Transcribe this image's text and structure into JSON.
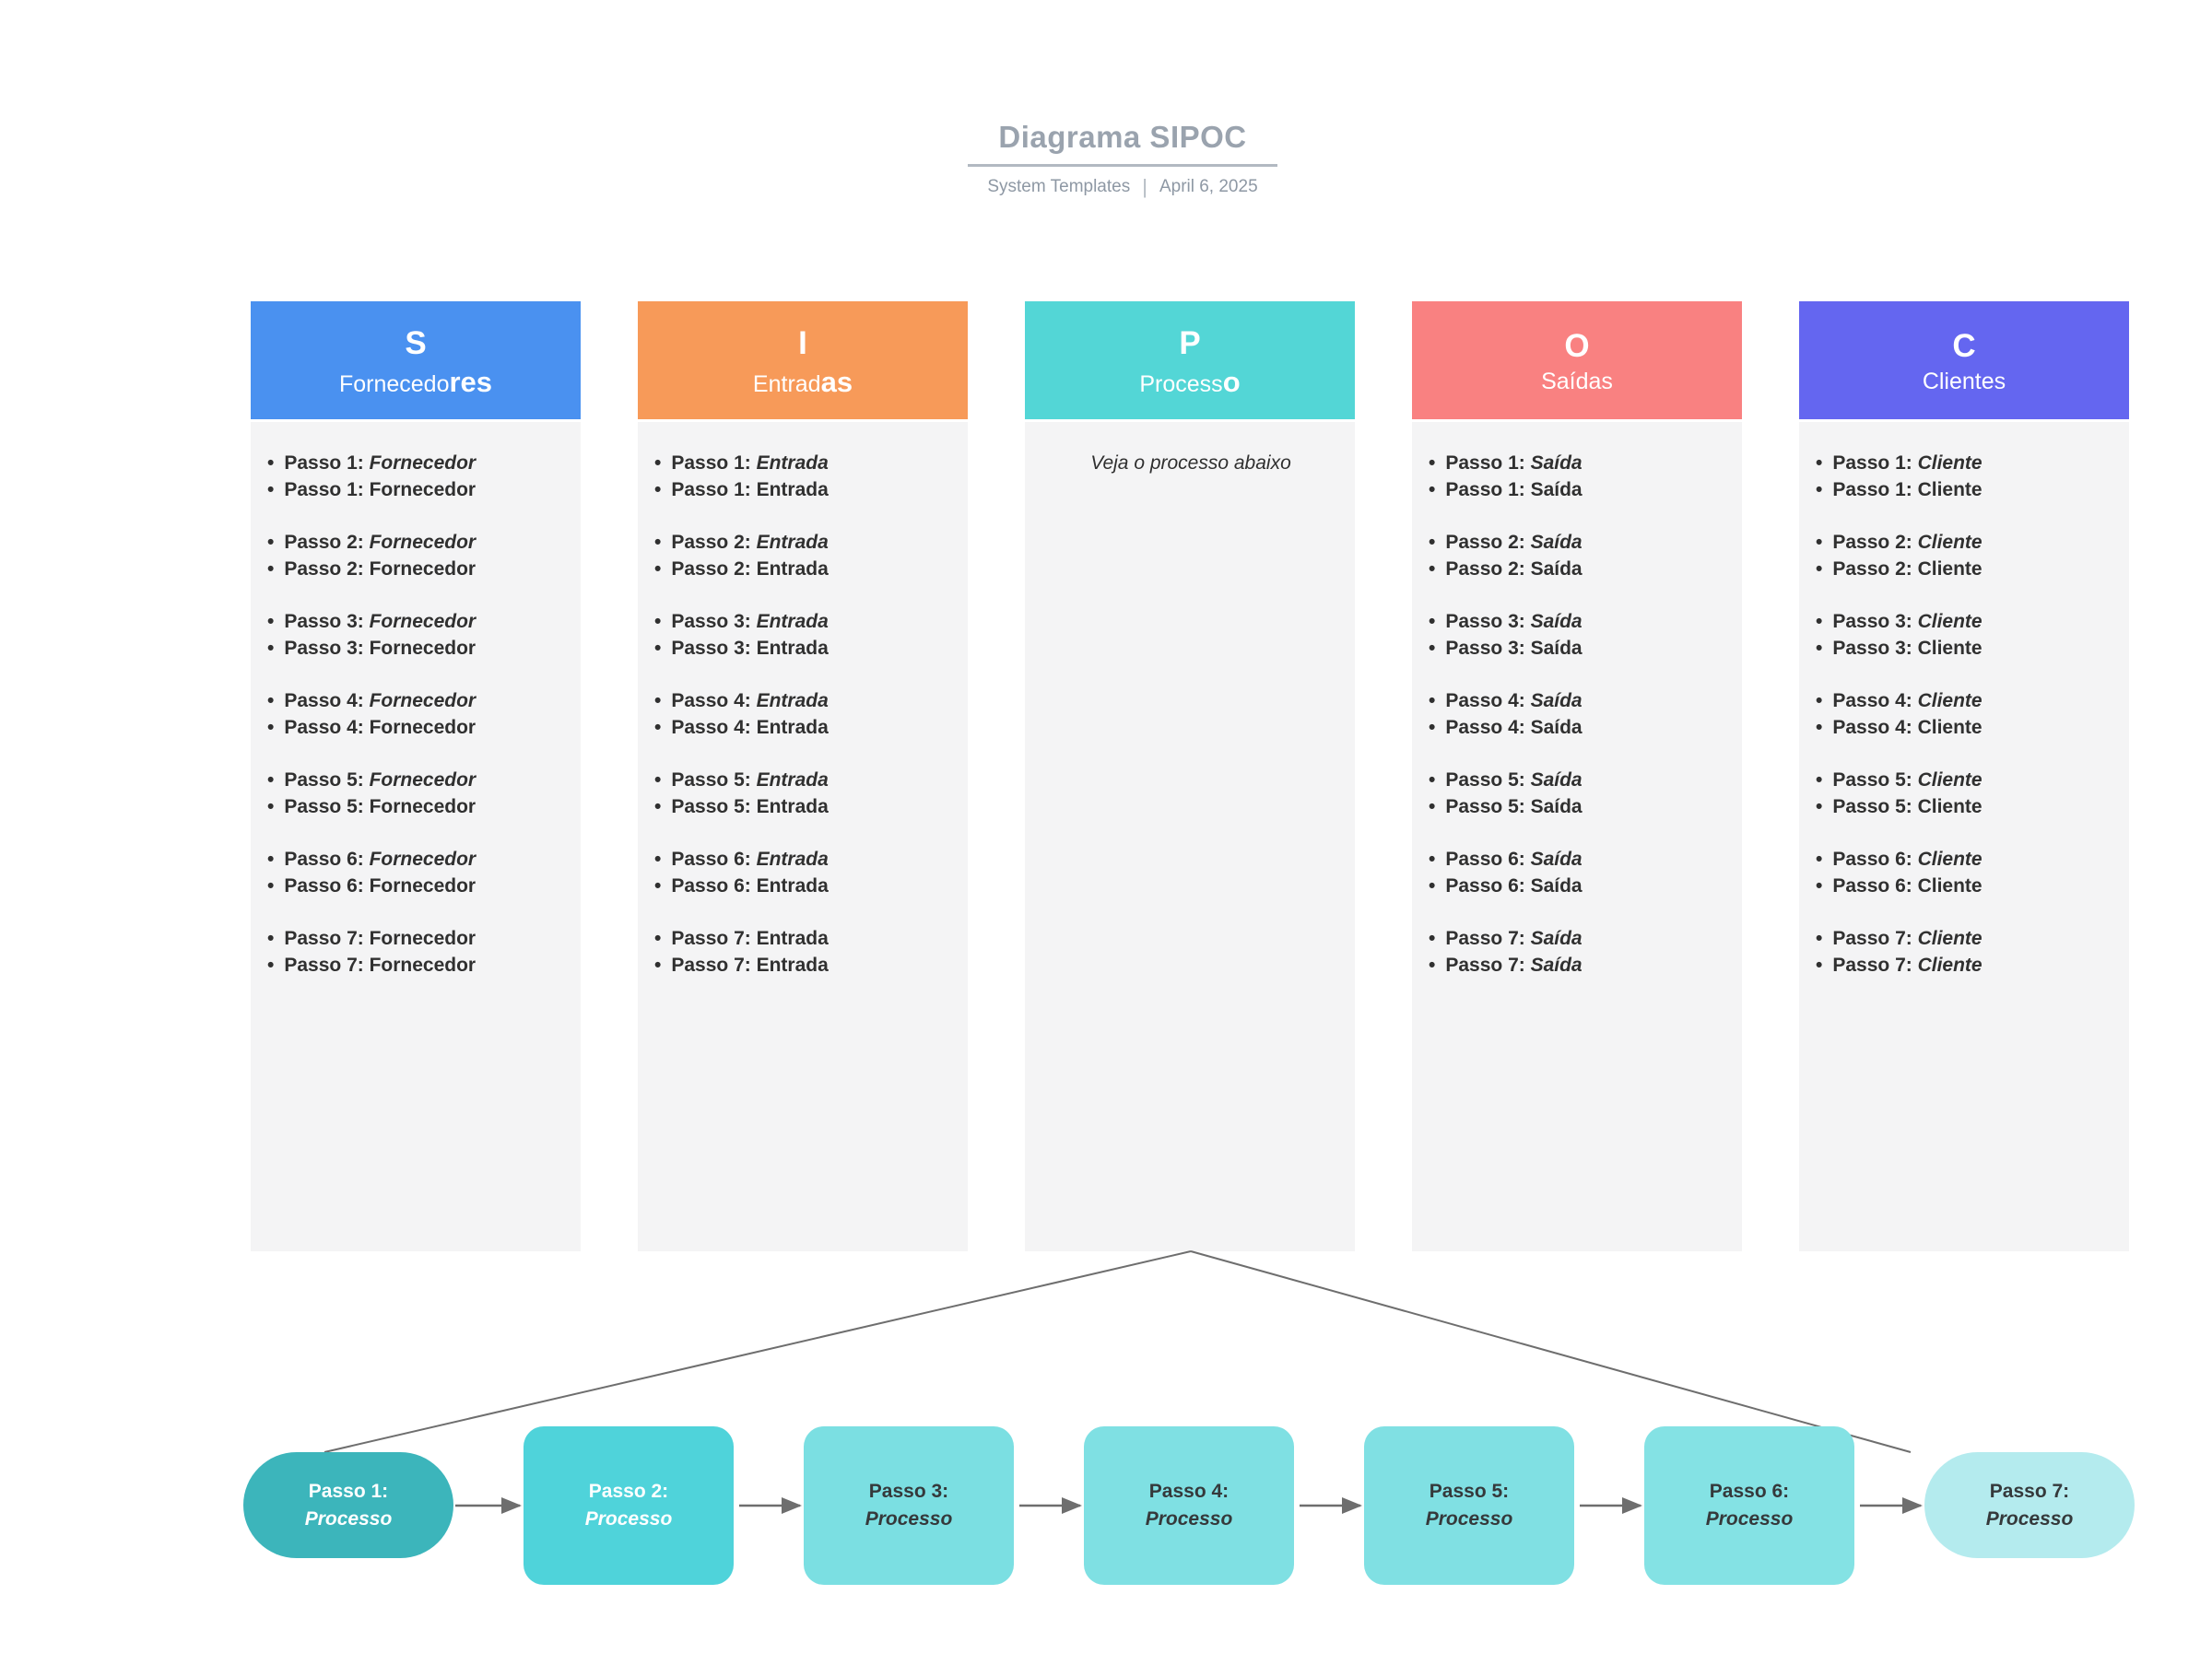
{
  "header": {
    "title": "Diagrama SIPOC",
    "author": "System Templates",
    "separator": "|",
    "date": "April 6, 2025"
  },
  "columns": [
    {
      "key": "suppliers",
      "letter": "S",
      "name_prefix": "Fornecedo",
      "name_suffix": "res",
      "header_color": "#4a91f0",
      "note": "",
      "pairs": [
        {
          "label": "Passo 1:",
          "first": "Fornecedor",
          "first_italic": true,
          "second": "Fornecedor",
          "second_italic": false
        },
        {
          "label": "Passo 2:",
          "first": "Fornecedor",
          "first_italic": true,
          "second": "Fornecedor",
          "second_italic": false
        },
        {
          "label": "Passo 3:",
          "first": "Fornecedor",
          "first_italic": true,
          "second": "Fornecedor",
          "second_italic": false
        },
        {
          "label": "Passo 4:",
          "first": "Fornecedor",
          "first_italic": true,
          "second": "Fornecedor",
          "second_italic": false
        },
        {
          "label": "Passo 5:",
          "first": "Fornecedor",
          "first_italic": true,
          "second": "Fornecedor",
          "second_italic": false
        },
        {
          "label": "Passo 6:",
          "first": "Fornecedor",
          "first_italic": true,
          "second": "Fornecedor",
          "second_italic": false
        },
        {
          "label": "Passo 7:",
          "first": "Fornecedor",
          "first_italic": false,
          "second": "Fornecedor",
          "second_italic": false
        }
      ]
    },
    {
      "key": "inputs",
      "letter": "I",
      "name_prefix": "Entrad",
      "name_suffix": "as",
      "header_color": "#f79a59",
      "note": "",
      "pairs": [
        {
          "label": "Passo 1:",
          "first": "Entrada",
          "first_italic": true,
          "second": "Entrada",
          "second_italic": false
        },
        {
          "label": "Passo 2:",
          "first": "Entrada",
          "first_italic": true,
          "second": "Entrada",
          "second_italic": false
        },
        {
          "label": "Passo 3:",
          "first": "Entrada",
          "first_italic": true,
          "second": "Entrada",
          "second_italic": false
        },
        {
          "label": "Passo 4:",
          "first": "Entrada",
          "first_italic": true,
          "second": "Entrada",
          "second_italic": false
        },
        {
          "label": "Passo 5:",
          "first": "Entrada",
          "first_italic": true,
          "second": "Entrada",
          "second_italic": false
        },
        {
          "label": "Passo 6:",
          "first": "Entrada",
          "first_italic": true,
          "second": "Entrada",
          "second_italic": false
        },
        {
          "label": "Passo 7:",
          "first": "Entrada",
          "first_italic": false,
          "second": "Entrada",
          "second_italic": false
        }
      ]
    },
    {
      "key": "process",
      "letter": "P",
      "name_prefix": "Process",
      "name_suffix": "o",
      "header_color": "#53d6d6",
      "note": "Veja o processo abaixo",
      "pairs": []
    },
    {
      "key": "outputs",
      "letter": "O",
      "name_prefix": "Saídas",
      "name_suffix": "",
      "header_color": "#f98181",
      "note": "",
      "pairs": [
        {
          "label": "Passo 1:",
          "first": "Saída",
          "first_italic": true,
          "second": "Saída",
          "second_italic": false
        },
        {
          "label": "Passo 2:",
          "first": "Saída",
          "first_italic": true,
          "second": "Saída",
          "second_italic": false
        },
        {
          "label": "Passo 3:",
          "first": "Saída",
          "first_italic": true,
          "second": "Saída",
          "second_italic": false
        },
        {
          "label": "Passo 4:",
          "first": "Saída",
          "first_italic": true,
          "second": "Saída",
          "second_italic": false
        },
        {
          "label": "Passo 5:",
          "first": "Saída",
          "first_italic": true,
          "second": "Saída",
          "second_italic": false
        },
        {
          "label": "Passo 6:",
          "first": "Saída",
          "first_italic": true,
          "second": "Saída",
          "second_italic": false
        },
        {
          "label": "Passo 7:",
          "first": "Saída",
          "first_italic": true,
          "second": "Saída",
          "second_italic": true
        }
      ]
    },
    {
      "key": "customers",
      "letter": "C",
      "name_prefix": "Clientes",
      "name_suffix": "",
      "header_color": "#6466f0",
      "note": "",
      "pairs": [
        {
          "label": "Passo 1:",
          "first": "Cliente",
          "first_italic": true,
          "second": "Cliente",
          "second_italic": false
        },
        {
          "label": "Passo 2:",
          "first": "Cliente",
          "first_italic": true,
          "second": "Cliente",
          "second_italic": false
        },
        {
          "label": "Passo 3:",
          "first": "Cliente",
          "first_italic": true,
          "second": "Cliente",
          "second_italic": false
        },
        {
          "label": "Passo 4:",
          "first": "Cliente",
          "first_italic": true,
          "second": "Cliente",
          "second_italic": false
        },
        {
          "label": "Passo 5:",
          "first": "Cliente",
          "first_italic": true,
          "second": "Cliente",
          "second_italic": false
        },
        {
          "label": "Passo 6:",
          "first": "Cliente",
          "first_italic": true,
          "second": "Cliente",
          "second_italic": false
        },
        {
          "label": "Passo 7:",
          "first": "Cliente",
          "first_italic": true,
          "second": "Cliente",
          "second_italic": true
        }
      ]
    }
  ],
  "flow": {
    "nodes": [
      {
        "label": "Passo 1:",
        "sublabel": "Processo",
        "shape": "pill",
        "bg": "#3cb5bb",
        "text_color": "#ffffff"
      },
      {
        "label": "Passo 2:",
        "sublabel": "Processo",
        "shape": "rect",
        "bg": "#4fd3da",
        "text_color": "#ffffff"
      },
      {
        "label": "Passo 3:",
        "sublabel": "Processo",
        "shape": "rect",
        "bg": "#7bdfe2",
        "text_color": "#35393b"
      },
      {
        "label": "Passo 4:",
        "sublabel": "Processo",
        "shape": "rect",
        "bg": "#7fe0e3",
        "text_color": "#35393b"
      },
      {
        "label": "Passo 5:",
        "sublabel": "Processo",
        "shape": "rect",
        "bg": "#80e0e3",
        "text_color": "#35393b"
      },
      {
        "label": "Passo 6:",
        "sublabel": "Processo",
        "shape": "rect",
        "bg": "#84e2e4",
        "text_color": "#35393b"
      },
      {
        "label": "Passo 7:",
        "sublabel": "Processo",
        "shape": "pill",
        "bg": "#b4ebee",
        "text_color": "#35393b"
      }
    ]
  },
  "colors": {
    "page_bg": "#ffffff",
    "column_body_bg": "#f4f4f5",
    "list_text": "#303030",
    "title_text": "#9aa3ae",
    "subtitle_text": "#8e98a4",
    "connector_line": "#6e6e6e"
  }
}
